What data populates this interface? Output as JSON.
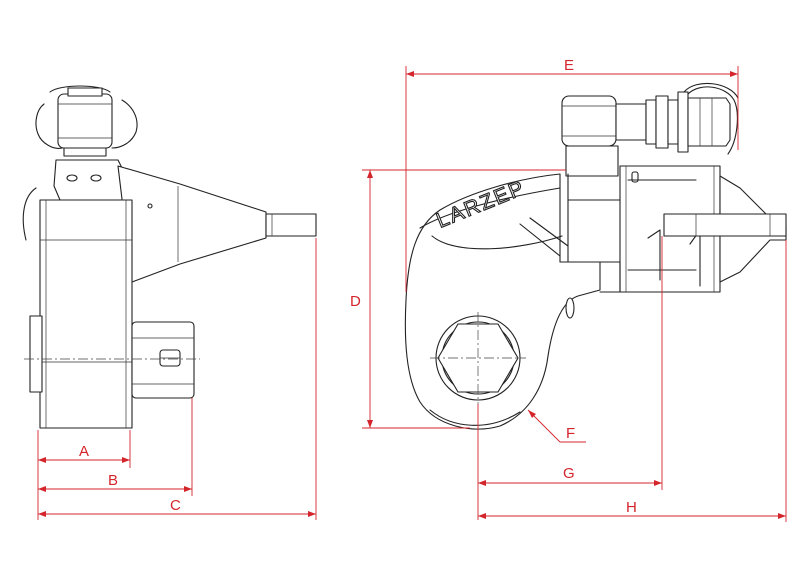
{
  "diagram": {
    "brand_label": "LARZEP",
    "line_color": "#222222",
    "dimension_color": "#d4252c",
    "dimension_labels": {
      "a": "A",
      "b": "B",
      "c": "C",
      "d": "D",
      "e": "E",
      "f": "F",
      "g": "G",
      "h": "H"
    }
  }
}
